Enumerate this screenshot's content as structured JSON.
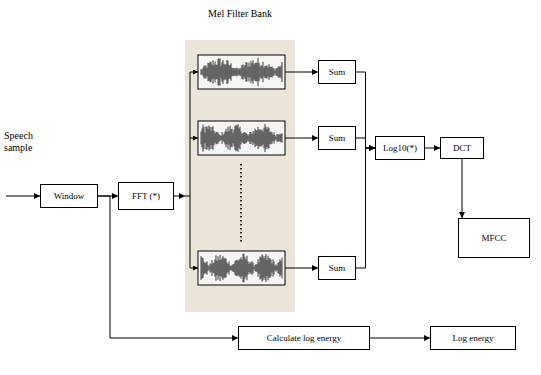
{
  "diagram": {
    "nodes": [
      {
        "text": [
          "Mel Filter Bank"
        ]
      },
      {
        "text": [
          "Window"
        ]
      },
      {
        "text": [
          "FFT (*)"
        ]
      },
      {
        "text": [
          "Sum"
        ]
      },
      {
        "text": [
          "Sum"
        ]
      },
      {
        "text": [
          "Sum"
        ]
      },
      {
        "text": [
          "Log10(*)"
        ]
      },
      {
        "text": [
          "DCT"
        ]
      },
      {
        "text": [
          "MFCC"
        ]
      },
      {
        "text": [
          "Calculate log energy"
        ]
      },
      {
        "text": [
          "Log energy"
        ]
      }
    ],
    "edges": [
      {
        "from": 1,
        "to": 2,
        "arrow": "to"
      },
      {
        "from": 2,
        "to": 0,
        "arrow": "to"
      },
      {
        "from": 0,
        "to": 3,
        "arrow": "to"
      },
      {
        "from": 0,
        "to": 4,
        "arrow": "to"
      },
      {
        "from": 0,
        "to": 5,
        "arrow": "to"
      },
      {
        "from": 3,
        "to": 6,
        "arrow": "to"
      },
      {
        "from": 4,
        "to": 6,
        "arrow": "to"
      },
      {
        "from": 5,
        "to": 6,
        "arrow": "to"
      },
      {
        "from": 6,
        "to": 7,
        "arrow": "to"
      },
      {
        "from": 7,
        "to": 8,
        "arrow": "to"
      },
      {
        "from": 1,
        "to": 9,
        "arrow": "to"
      },
      {
        "from": 9,
        "to": 10,
        "arrow": "to"
      }
    ],
    "labels": [
      "Speech sample"
    ]
  }
}
